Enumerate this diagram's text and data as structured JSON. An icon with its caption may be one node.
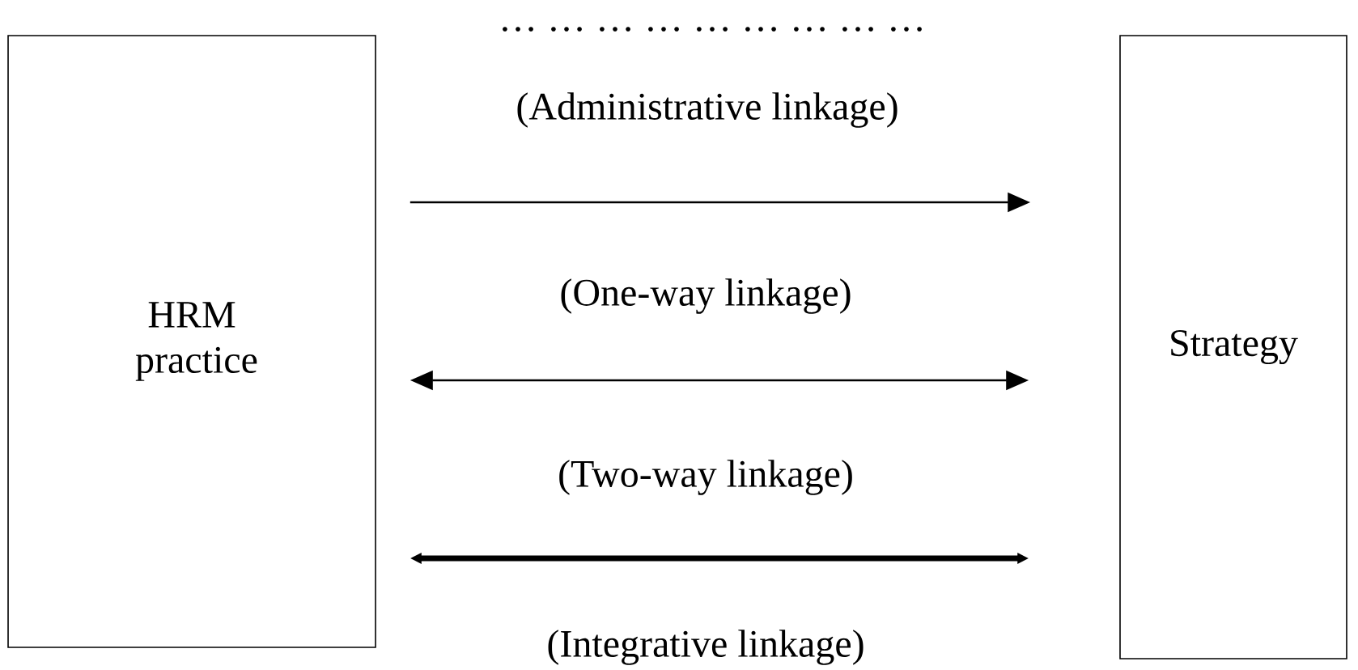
{
  "diagram": {
    "nodes": [
      {
        "text": [
          "HRM practice"
        ]
      },
      {
        "text": [
          "Strategy"
        ]
      }
    ],
    "edges": [
      {
        "from": 0,
        "to": 1,
        "arrow": "to",
        "label": "(One-way linkage)"
      },
      {
        "from": 0,
        "to": 1,
        "arrow": "both",
        "label": "(Two-way linkage)"
      },
      {
        "from": 0,
        "to": 1,
        "arrow": "both",
        "label": "(Integrative linkage)",
        "style": "thick"
      }
    ],
    "labels": [
      "… … … … … … … … …",
      "(Administrative linkage)"
    ]
  }
}
